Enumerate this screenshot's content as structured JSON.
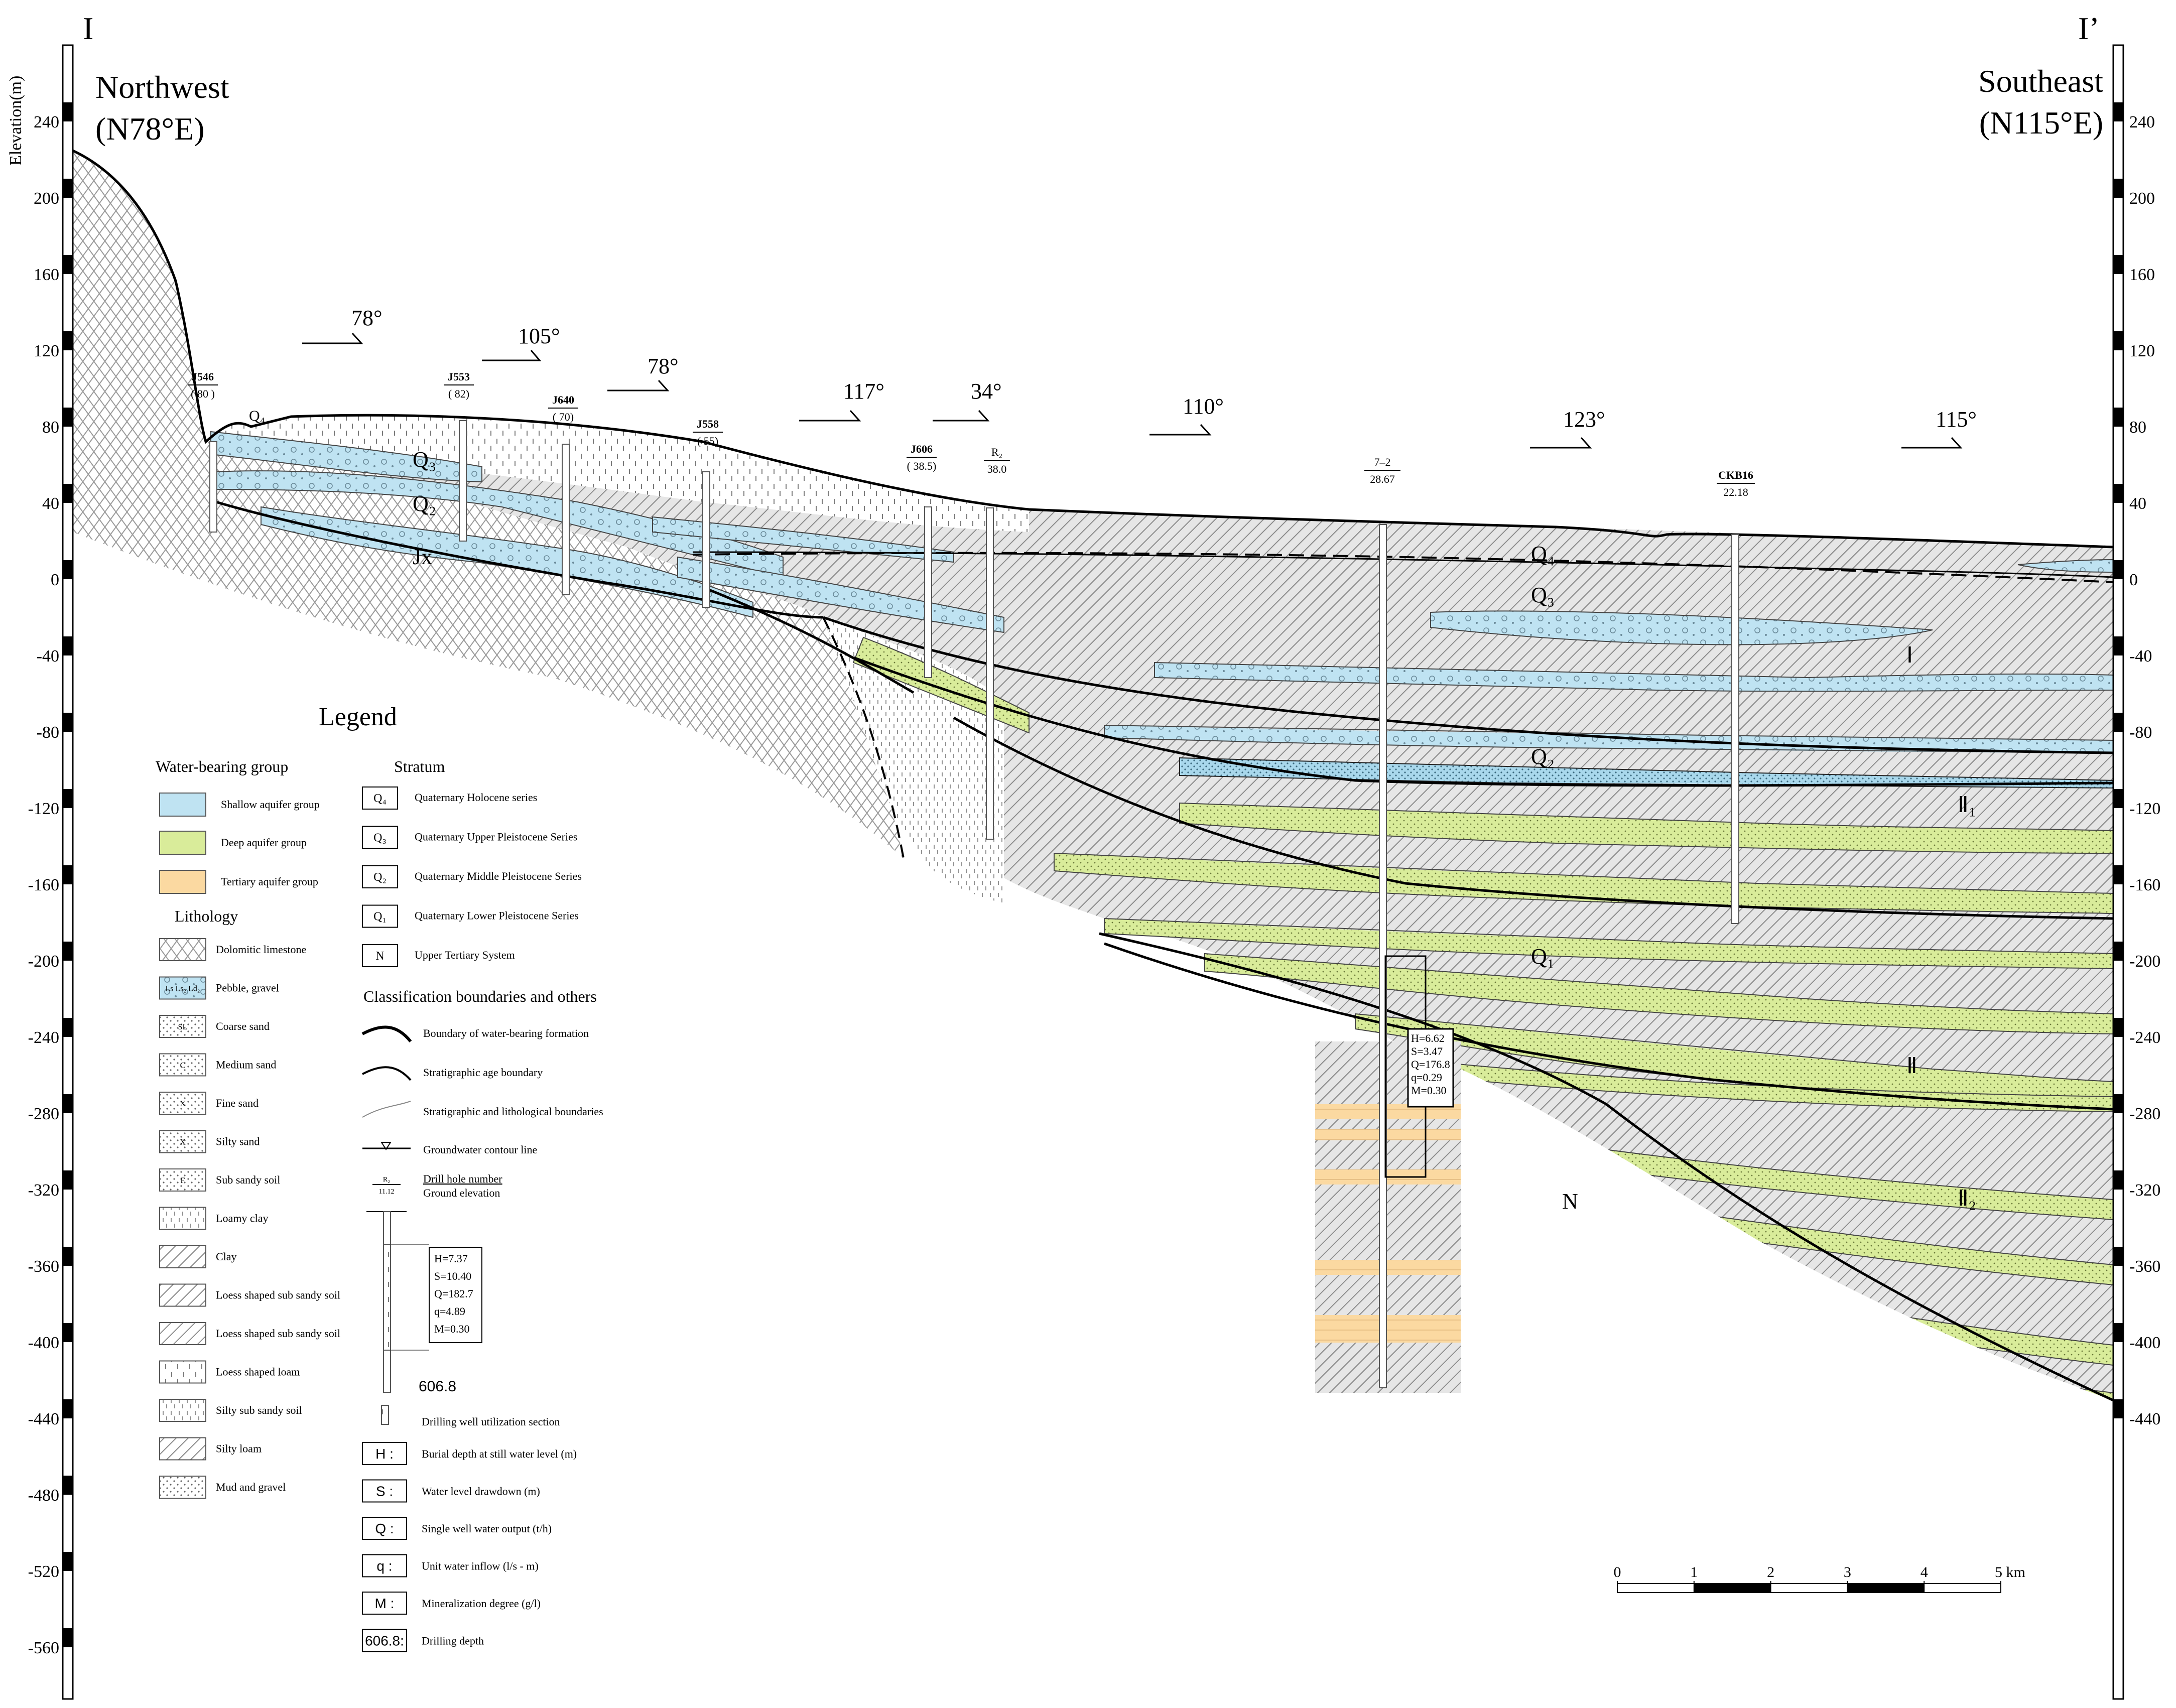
{
  "section": {
    "left_label": "I",
    "right_label": "I’",
    "left_direction": [
      "Northwest",
      "(N78°E)"
    ],
    "right_direction": [
      "Southeast",
      "(N115°E)"
    ],
    "axis_title": "Elevation(m)",
    "elevation_ticks": [
      "240",
      "200",
      "160",
      "120",
      "80",
      "40",
      "0",
      "-40",
      "-80",
      "-120",
      "-160",
      "-200",
      "-240",
      "-280",
      "-320",
      "-360",
      "-400",
      "-440",
      "-480",
      "-520",
      "-560"
    ],
    "right_ticks": [
      "240",
      "200",
      "160",
      "120",
      "80",
      "40",
      "0",
      "-40",
      "-80",
      "-120",
      "-160",
      "-200",
      "-240",
      "-280",
      "-320",
      "-360",
      "-400",
      "-440"
    ],
    "angles": [
      "78°",
      "105°",
      "78°",
      "117°",
      "34°",
      "110°",
      "123°",
      "115°"
    ]
  },
  "wells": [
    {
      "id": "J546",
      "elev": "( 80 )"
    },
    {
      "id": "J553",
      "elev": "( 82)"
    },
    {
      "id": "J640",
      "elev": "( 70)"
    },
    {
      "id": "J558",
      "elev": "( 55)"
    },
    {
      "id": "J606",
      "elev": "( 38.5)"
    },
    {
      "id": "R₂",
      "elev": "38.0"
    },
    {
      "id": "7–2",
      "elev": "28.67"
    },
    {
      "id": "CKB16",
      "elev": "22.18"
    }
  ],
  "units": {
    "q4_a": "Q₄",
    "q4_b": "Q₄",
    "q3_a": "Q₃",
    "q3_b": "Q₃",
    "q2_a": "Q₂",
    "q2_b": "Q₂",
    "q1": "Q₁",
    "jx": "Jx",
    "n": "N",
    "aq1": "Ⅰ",
    "aq2": "Ⅱ",
    "aq2_1": "Ⅱ₁",
    "aq2_2": "Ⅱ₂"
  },
  "well_test_7_2": [
    "H=6.62",
    "S=3.47",
    "Q=176.8",
    "q=0.29",
    "M=0.30"
  ],
  "legend": {
    "title": "Legend",
    "water_title": "Water-bearing group",
    "water": [
      {
        "label": "Shallow aquifer group",
        "color": "#bfe3f2"
      },
      {
        "label": "Deep aquifer group",
        "color": "#d9ec9a"
      },
      {
        "label": "Tertiary aquifer group",
        "color": "#fbd9a1"
      }
    ],
    "lith_title": "Lithology",
    "lithology": [
      {
        "label": "Dolomitic limestone",
        "sym": ""
      },
      {
        "label": "Pebble, gravel",
        "sym": "Ls  Ls₂  Ld₂"
      },
      {
        "label": "Coarse sand",
        "sym": "SL"
      },
      {
        "label": "Medium sand",
        "sym": "C"
      },
      {
        "label": "Fine sand",
        "sym": "X"
      },
      {
        "label": "Silty sand",
        "sym": "X"
      },
      {
        "label": "Sub sandy soil",
        "sym": "F"
      },
      {
        "label": "Loamy clay",
        "sym": ""
      },
      {
        "label": "Clay",
        "sym": ""
      },
      {
        "label": "Loess shaped sub sandy soil",
        "sym": ""
      },
      {
        "label": "Loess shaped sub sandy soil",
        "sym": ""
      },
      {
        "label": "Loess shaped loam",
        "sym": ""
      },
      {
        "label": "Silty sub sandy soil",
        "sym": ""
      },
      {
        "label": "Silty loam",
        "sym": ""
      },
      {
        "label": "Mud and gravel",
        "sym": ""
      }
    ],
    "strat_title": "Stratum",
    "stratum": [
      {
        "code": "Q₄",
        "label": "Quaternary Holocene series"
      },
      {
        "code": "Q₃",
        "label": "Quaternary Upper Pleistocene Series"
      },
      {
        "code": "Q₂",
        "label": "Quaternary Middle Pleistocene Series"
      },
      {
        "code": "Q₁",
        "label": "Quaternary Lower Pleistocene Series"
      },
      {
        "code": "N",
        "label": "Upper Tertiary System"
      }
    ],
    "class_title": "Classification boundaries and others",
    "classes": [
      "Boundary of water-bearing formation",
      "Stratigraphic age boundary",
      "Stratigraphic and lithological boundaries",
      "Groundwater contour line"
    ],
    "drill": {
      "num": "R₂",
      "elev": "11.12",
      "label_a": "Drill hole number",
      "label_b": "Ground elevation"
    },
    "sample_test": [
      "H=7.37",
      "S=10.40",
      "Q=182.7",
      "q=4.89",
      "M=0.30"
    ],
    "sample_depth": "606.8",
    "util_label": "Drilling well utilization section",
    "abbrev": [
      {
        "sym": "H :",
        "label": "Burial depth at still water level (m)"
      },
      {
        "sym": "S :",
        "label": "Water level drawdown (m)"
      },
      {
        "sym": "Q :",
        "label": "Single well water output (t/h)"
      },
      {
        "sym": "q :",
        "label": "Unit water inflow (l/s - m)"
      },
      {
        "sym": "M :",
        "label": "Mineralization degree (g/l)"
      },
      {
        "sym": "606.8:",
        "label": "Drilling depth"
      }
    ]
  },
  "scale": {
    "ticks": [
      "0",
      "1",
      "2",
      "3",
      "4",
      "5 km"
    ]
  }
}
